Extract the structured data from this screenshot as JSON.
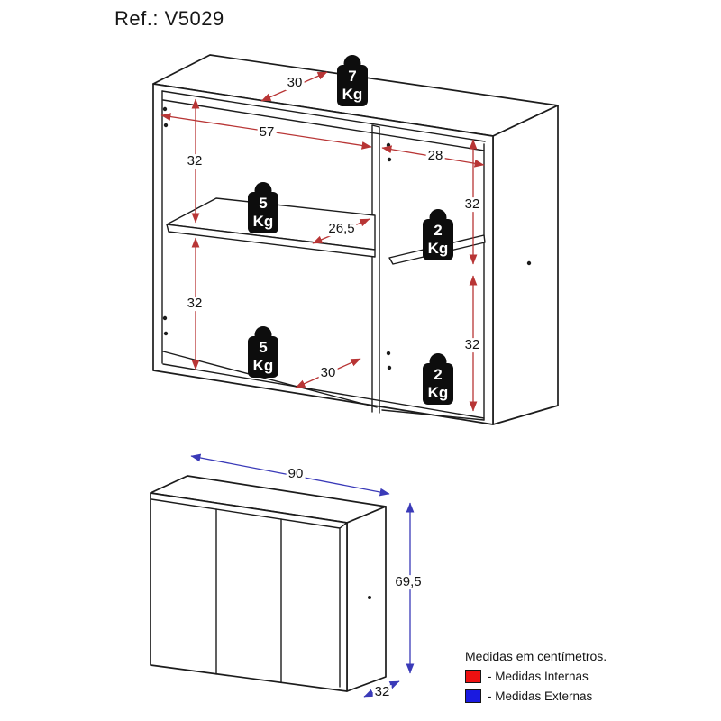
{
  "title": "Ref.: V5029",
  "internal_dims": {
    "top_depth": "30",
    "left_section_width": "57",
    "right_section_width": "28",
    "left_top_height": "32",
    "left_bottom_height": "32",
    "right_top_height": "32",
    "right_bottom_height": "32",
    "shelf_depth": "26,5",
    "bottom_depth": "30"
  },
  "weights": {
    "top": {
      "value": "7",
      "unit": "Kg"
    },
    "middle_shelf": {
      "value": "5",
      "unit": "Kg"
    },
    "bottom_left": {
      "value": "5",
      "unit": "Kg"
    },
    "right_shelf": {
      "value": "2",
      "unit": "Kg"
    },
    "right_bottom": {
      "value": "2",
      "unit": "Kg"
    }
  },
  "external_dims": {
    "width": "90",
    "height": "69,5",
    "depth": "32"
  },
  "legend": {
    "title": "Medidas em centímetros.",
    "items": [
      {
        "label": "- Medidas Internas",
        "color": "#ee1111"
      },
      {
        "label": "- Medidas Externas",
        "color": "#1a1ae0"
      }
    ]
  },
  "colors": {
    "internal_arrow": "#b83535",
    "external_arrow": "#3a3ab8",
    "line": "#1c1c1c"
  }
}
